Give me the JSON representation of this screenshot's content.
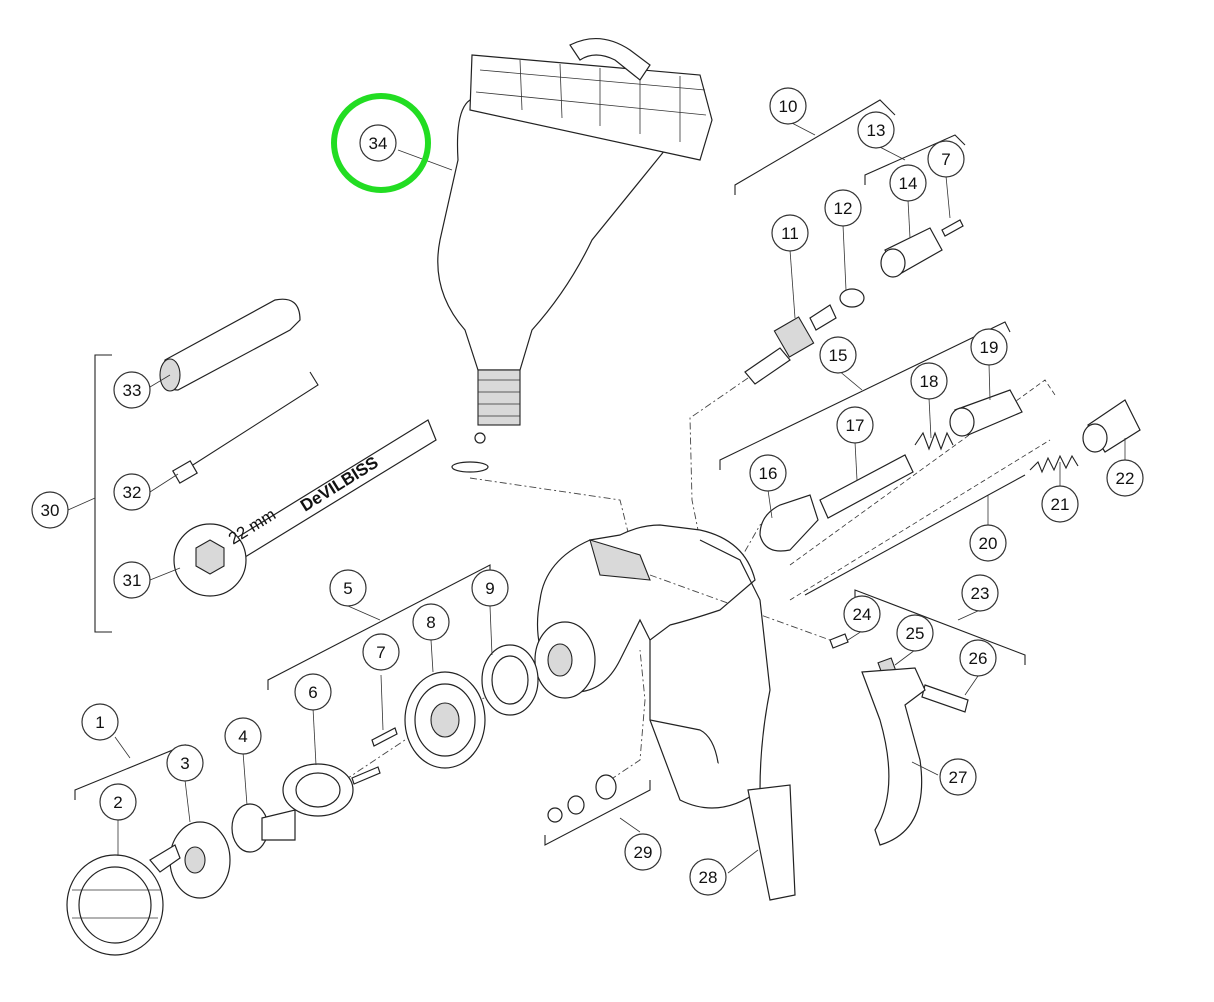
{
  "diagram": {
    "highlight": {
      "callout": "34",
      "color": "#22dd22"
    },
    "brand_label": "DeVILBISS",
    "wrench_size_label": "22 mm",
    "callouts": [
      {
        "id": "c1",
        "label": "1"
      },
      {
        "id": "c2",
        "label": "2"
      },
      {
        "id": "c3",
        "label": "3"
      },
      {
        "id": "c4",
        "label": "4"
      },
      {
        "id": "c5",
        "label": "5"
      },
      {
        "id": "c6",
        "label": "6"
      },
      {
        "id": "c7a",
        "label": "7"
      },
      {
        "id": "c8",
        "label": "8"
      },
      {
        "id": "c9",
        "label": "9"
      },
      {
        "id": "c10",
        "label": "10"
      },
      {
        "id": "c11",
        "label": "11"
      },
      {
        "id": "c12",
        "label": "12"
      },
      {
        "id": "c13",
        "label": "13"
      },
      {
        "id": "c14",
        "label": "14"
      },
      {
        "id": "c7b",
        "label": "7"
      },
      {
        "id": "c15",
        "label": "15"
      },
      {
        "id": "c16",
        "label": "16"
      },
      {
        "id": "c17",
        "label": "17"
      },
      {
        "id": "c18",
        "label": "18"
      },
      {
        "id": "c19",
        "label": "19"
      },
      {
        "id": "c20",
        "label": "20"
      },
      {
        "id": "c21",
        "label": "21"
      },
      {
        "id": "c22",
        "label": "22"
      },
      {
        "id": "c23",
        "label": "23"
      },
      {
        "id": "c24",
        "label": "24"
      },
      {
        "id": "c25",
        "label": "25"
      },
      {
        "id": "c26",
        "label": "26"
      },
      {
        "id": "c27",
        "label": "27"
      },
      {
        "id": "c28",
        "label": "28"
      },
      {
        "id": "c29",
        "label": "29"
      },
      {
        "id": "c30",
        "label": "30"
      },
      {
        "id": "c31",
        "label": "31"
      },
      {
        "id": "c32",
        "label": "32"
      },
      {
        "id": "c33",
        "label": "33"
      },
      {
        "id": "c34",
        "label": "34"
      }
    ]
  }
}
